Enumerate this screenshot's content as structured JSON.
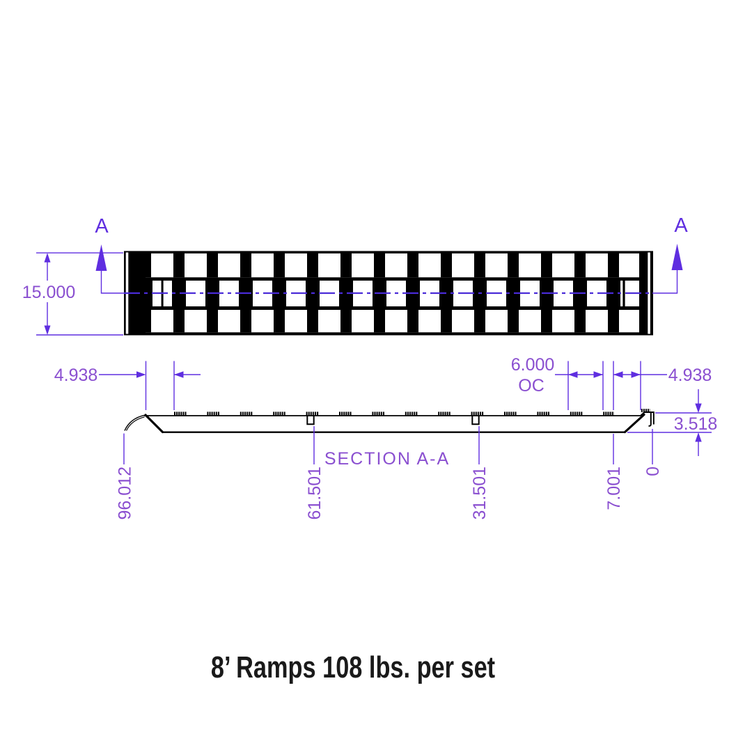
{
  "title": "8’ Ramps 108 lbs. per set",
  "colors": {
    "bg": "#ffffff",
    "ink": "#000000",
    "dim_line": "#5f2ee0",
    "dim_text": "#8a4fd0",
    "centerline": "#4a2bd8",
    "title_ink": "#1a1a1a"
  },
  "top_view": {
    "section_label_left": "A",
    "section_label_right": "A",
    "width_dim": "15.000"
  },
  "section_view": {
    "label": "SECTION A-A",
    "dim_lip_to_first_rung": "4.938",
    "dim_rung_spacing": "6.000",
    "dim_rung_spacing_suffix": "OC",
    "dim_last_rung_to_end": "4.938",
    "dim_end_height": "3.518",
    "ordinates": [
      "96.012",
      "61.501",
      "31.501",
      "7.001",
      "0"
    ]
  }
}
